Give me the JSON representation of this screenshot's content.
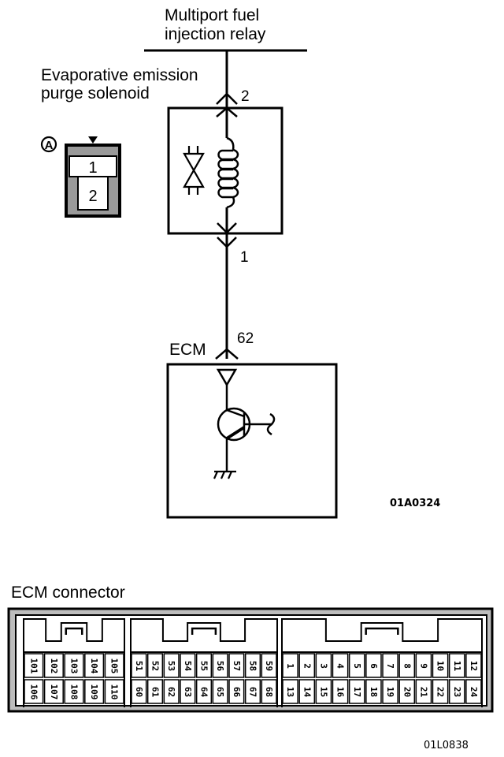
{
  "diagram": {
    "relay_label_line1": "Multiport fuel",
    "relay_label_line2": "injection relay",
    "solenoid_label_line1": "Evaporative emission",
    "solenoid_label_line2": "purge solenoid",
    "solenoid_pin_top": "2",
    "solenoid_pin_bottom": "1",
    "ecm_label": "ECM",
    "ecm_pin": "62",
    "figure_code": "01A0324",
    "connector_ref": {
      "letter": "A",
      "pins": [
        "1",
        "2"
      ]
    }
  },
  "ecm_connector": {
    "title": "ECM connector",
    "figure_code": "01L0838",
    "blocks": [
      {
        "top_row": [
          "101",
          "102",
          "103",
          "104",
          "105"
        ],
        "bottom_row": [
          "106",
          "107",
          "108",
          "109",
          "110"
        ]
      },
      {
        "top_row": [
          "51",
          "52",
          "53",
          "54",
          "55",
          "56",
          "57",
          "58",
          "59"
        ],
        "bottom_row": [
          "60",
          "61",
          "62",
          "63",
          "64",
          "65",
          "66",
          "67",
          "68"
        ]
      },
      {
        "top_row": [
          "1",
          "2",
          "3",
          "4",
          "5",
          "6",
          "7",
          "8",
          "9",
          "10",
          "11",
          "12"
        ],
        "bottom_row": [
          "13",
          "14",
          "15",
          "16",
          "17",
          "18",
          "19",
          "20",
          "21",
          "22",
          "23",
          "24"
        ]
      }
    ]
  }
}
